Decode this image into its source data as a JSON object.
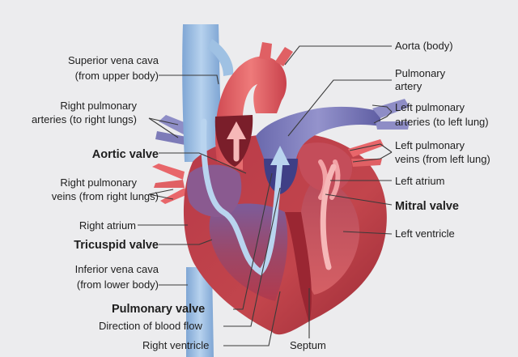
{
  "labels": {
    "aorta_body": "Aorta (body)",
    "pulmonary_artery": [
      "Pulmonary",
      "artery"
    ],
    "left_pulmonary_arteries": [
      "Left pulmonary",
      "arteries (to left lung)"
    ],
    "left_pulmonary_veins": [
      "Left pulmonary",
      "veins (from left lung)"
    ],
    "left_atrium": "Left atrium",
    "mitral_valve": "Mitral valve",
    "left_ventricle": "Left ventricle",
    "septum": "Septum",
    "right_ventricle": "Right ventricle",
    "direction_blood_flow": "Direction of blood flow",
    "pulmonary_valve": "Pulmonary valve",
    "inferior_vena_cava": [
      "Inferior vena cava",
      "(from lower body)"
    ],
    "tricuspid_valve": "Tricuspid valve",
    "right_atrium": "Right atrium",
    "right_pulmonary_veins": [
      "Right pulmonary",
      "veins (from right lungs)"
    ],
    "aortic_valve": "Aortic valve",
    "right_pulmonary_arteries": [
      "Right pulmonary",
      "arteries (to right lungs)"
    ],
    "superior_vena_cava": [
      "Superior vena cava",
      "(from upper body)"
    ]
  },
  "colors": {
    "background": "#ececee",
    "muscle": "#c0393f",
    "muscle_dark": "#8e1f2a",
    "chamber": "#a83a52",
    "aorta": "#e0585b",
    "vena_cava": "#9fc1e3",
    "vena_cava_dark": "#6f97c6",
    "pulmonary": "#7d7bb8",
    "pulmonary_dark": "#3f3f86",
    "oxygenated_flow": "#f6b8b8",
    "deoxygenated_flow": "#b9d4ef",
    "vessel_red": "#e8666a",
    "label_text": "#1e1e1e",
    "leader_line": "#3a3a3a"
  }
}
